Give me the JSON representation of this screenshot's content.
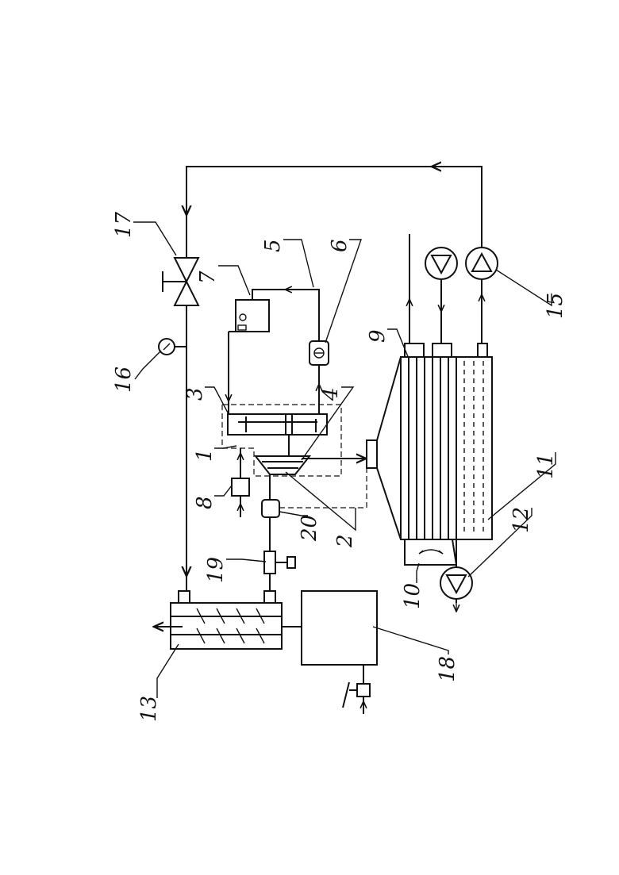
{
  "labels": {
    "l1": "1",
    "l2": "2",
    "l3": "3",
    "l4": "4",
    "l5": "5",
    "l6": "6",
    "l7": "7",
    "l8": "8",
    "l9": "9",
    "l10": "10",
    "l11": "11",
    "l12": "12",
    "l13": "13",
    "l15": "15",
    "l16": "16",
    "l17": "17",
    "l18": "18",
    "l19": "19",
    "l20": "20"
  }
}
